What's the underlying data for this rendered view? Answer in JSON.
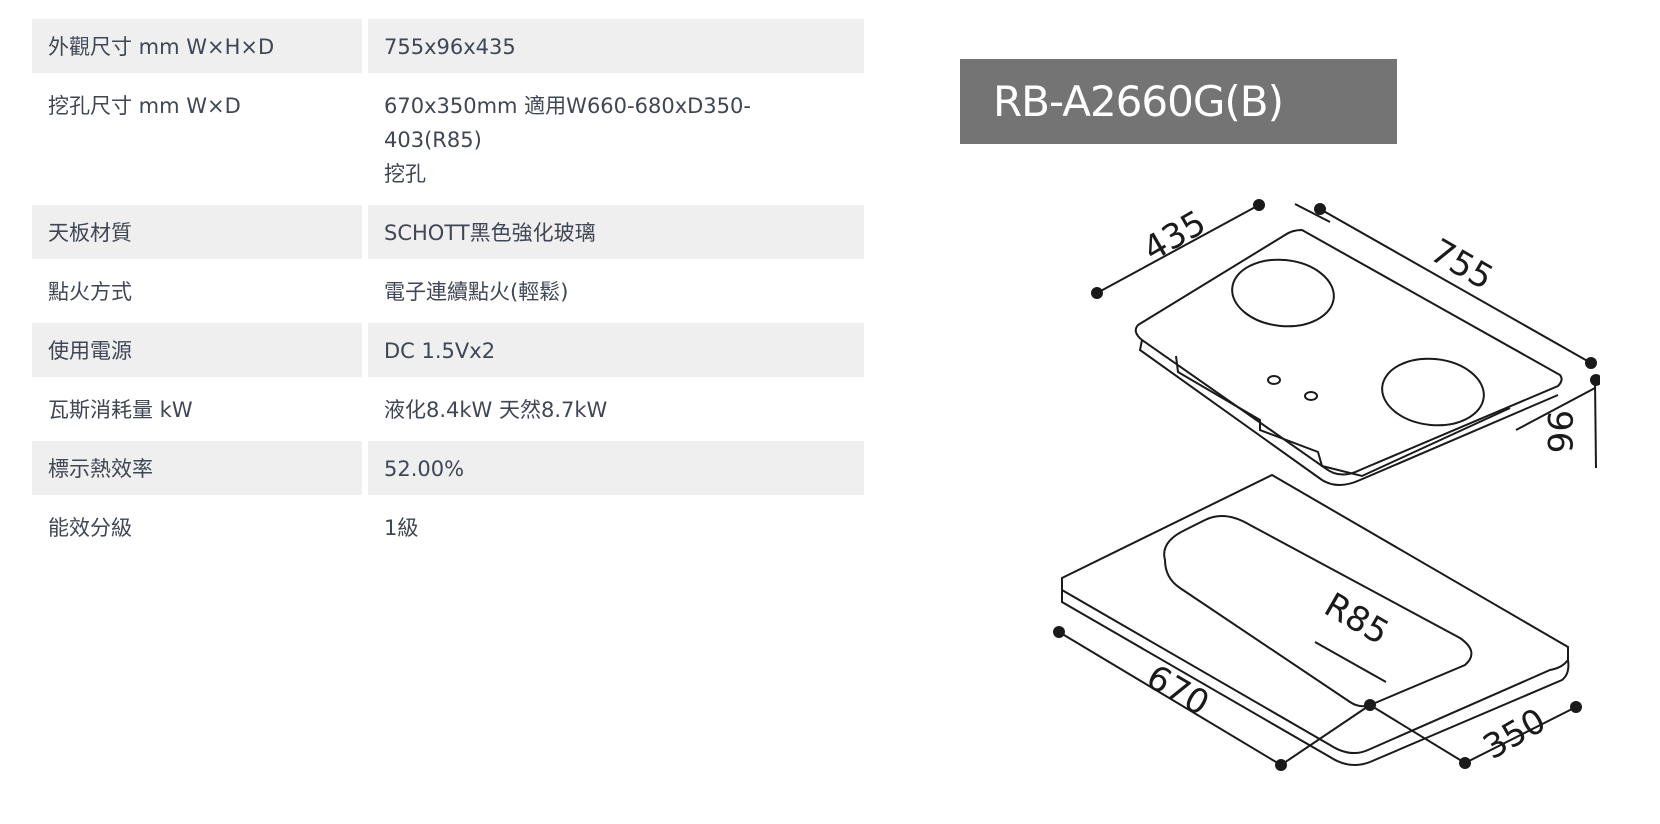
{
  "specs": [
    {
      "label": "外觀尺寸 mm W×H×D",
      "value": "755x96x435"
    },
    {
      "label": "挖孔尺寸 mm W×D",
      "value": "670x350mm 適用W660-680xD350-403(R85)\n挖孔"
    },
    {
      "label": "天板材質",
      "value": "SCHOTT黑色強化玻璃"
    },
    {
      "label": "點火方式",
      "value": "電子連續點火(輕鬆)"
    },
    {
      "label": "使用電源",
      "value": "DC 1.5Vx2"
    },
    {
      "label": "瓦斯消耗量 kW",
      "value": "液化8.4kW 天然8.7kW"
    },
    {
      "label": "標示熱效率",
      "value": "52.00%"
    },
    {
      "label": "能效分級",
      "value": "1級"
    }
  ],
  "model": "RB-A2660G(B)",
  "diagram": {
    "dims": {
      "depth": "435",
      "width": "755",
      "height": "96",
      "radius": "R85",
      "cutout_width": "670",
      "cutout_depth": "350"
    }
  }
}
